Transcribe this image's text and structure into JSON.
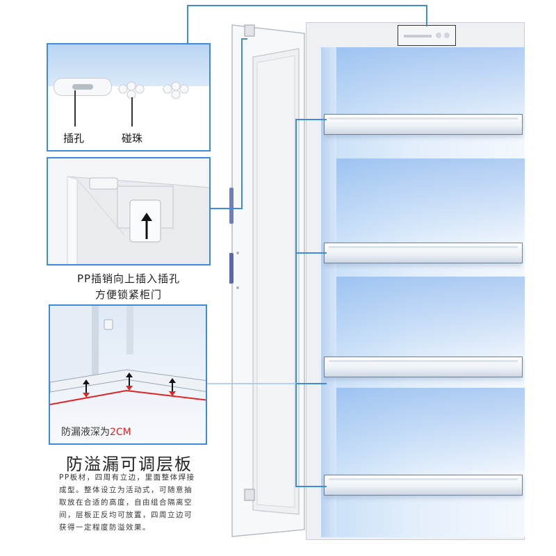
{
  "callouts": {
    "hole_label": "插孔",
    "bead_label": "碰珠",
    "pin_caption_line1": "PP插销向上插入插孔",
    "pin_caption_line2": "方便锁紧柜门",
    "leak_text_prefix": "防漏液深为",
    "leak_text_value": "2CM"
  },
  "feature": {
    "title": "防溢漏可调层板",
    "description_lines": [
      "PP板材，四周有立边，里面整体焊接",
      "成型。整体设立为活动式，可随意抽",
      "取放在合适的高度，自由组合隔离空",
      "间，层板正反均可放置，四周立边可",
      "获得一定程度防溢效果。"
    ]
  },
  "colors": {
    "frame_blue": "#3c8be0",
    "highlight_red": "#e02424",
    "interior_blue": "#c7dff7"
  },
  "icons": [
    "up-arrow-icon",
    "double-arrow-icon"
  ]
}
